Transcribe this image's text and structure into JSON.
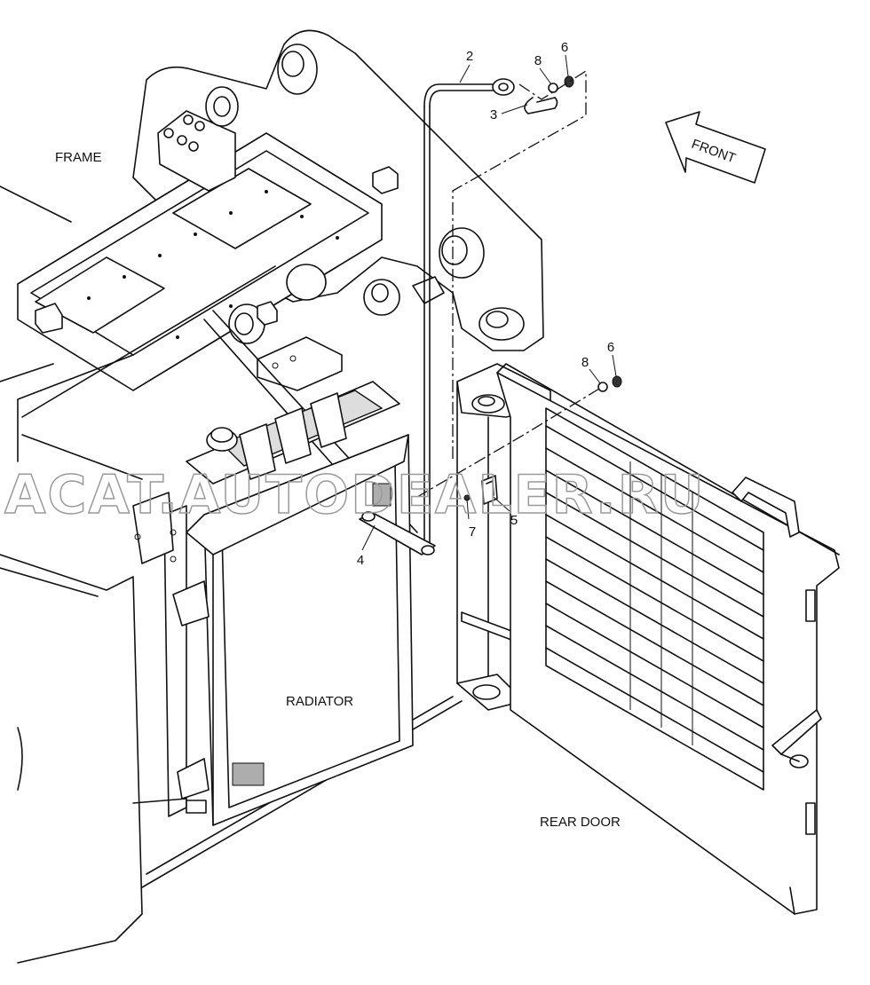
{
  "labels": {
    "frame": "FRAME",
    "radiator": "RADIATOR",
    "rear_door": "REAR DOOR",
    "front_arrow": "FRONT"
  },
  "callouts": [
    "2",
    "8",
    "6",
    "3",
    "8",
    "6",
    "4",
    "5",
    "7"
  ],
  "watermark": "ACAT.AUTODEALER.RU"
}
